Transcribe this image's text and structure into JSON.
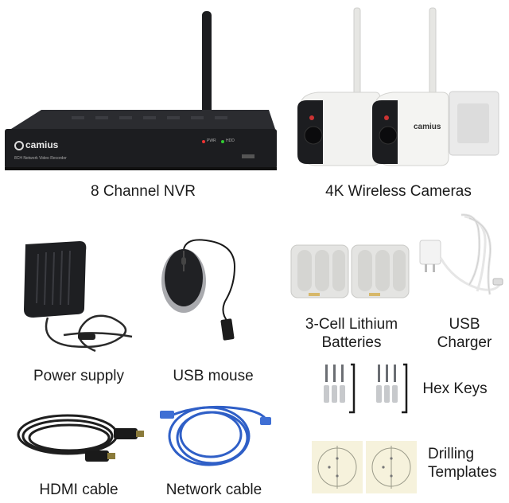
{
  "nvr": {
    "label": "8 Channel NVR",
    "brand": "camius",
    "subtitle": "8CH Network Video Recorder",
    "led_pwr": "PWR",
    "led_hdd": "HDD"
  },
  "cameras": {
    "label": "4K Wireless Cameras",
    "brand": "camius"
  },
  "power_supply": {
    "label": "Power supply"
  },
  "usb_mouse": {
    "label": "USB mouse"
  },
  "batteries": {
    "label_line1": "3-Cell Lithium",
    "label_line2": "Batteries"
  },
  "charger": {
    "label_line1": "USB",
    "label_line2": "Charger"
  },
  "hex_keys": {
    "label": "Hex Keys"
  },
  "hdmi": {
    "label": "HDMI cable"
  },
  "network": {
    "label": "Network cable"
  },
  "templates": {
    "label_line1": "Drilling",
    "label_line2": "Templates"
  },
  "colors": {
    "device_black": "#1c1d20",
    "camera_white": "#f2f2f0",
    "network_blue": "#2f5fc7",
    "template_bg": "#f6f2dc"
  }
}
